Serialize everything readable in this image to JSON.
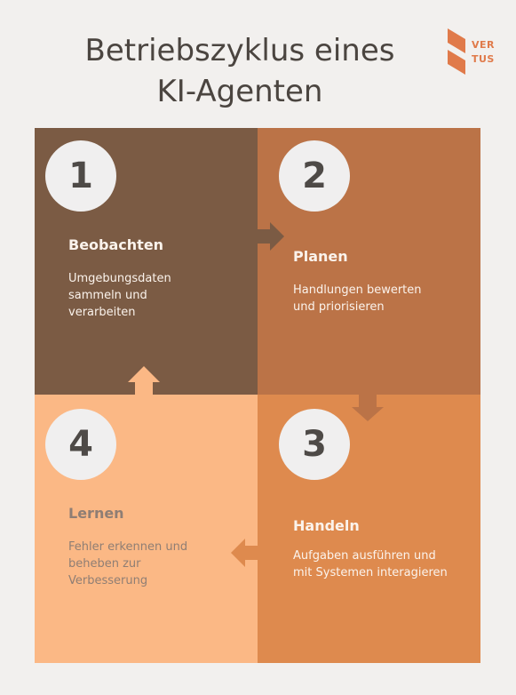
{
  "title": "Betriebszyklus eines\nKI-Agenten",
  "logo": {
    "text_line1": "VER",
    "text_line2": "TUS",
    "color": "#e07a4a"
  },
  "colors": {
    "background": "#f2f0ee",
    "observe": "#7b5b44",
    "plan": "#bb7347",
    "act": "#de8a4e",
    "learn": "#fbb885"
  },
  "steps": [
    {
      "number": "1",
      "title": "Beobachten",
      "description": "Umgebungsdaten\nsammeln und\nverarbeiten"
    },
    {
      "number": "2",
      "title": "Planen",
      "description": "Handlungen bewerten\nund priorisieren"
    },
    {
      "number": "3",
      "title": "Handeln",
      "description": "Aufgaben ausführen und\nmit Systemen interagieren"
    },
    {
      "number": "4",
      "title": "Lernen",
      "description": "Fehler erkennen und\nbeheben zur\nVerbesserung"
    }
  ]
}
